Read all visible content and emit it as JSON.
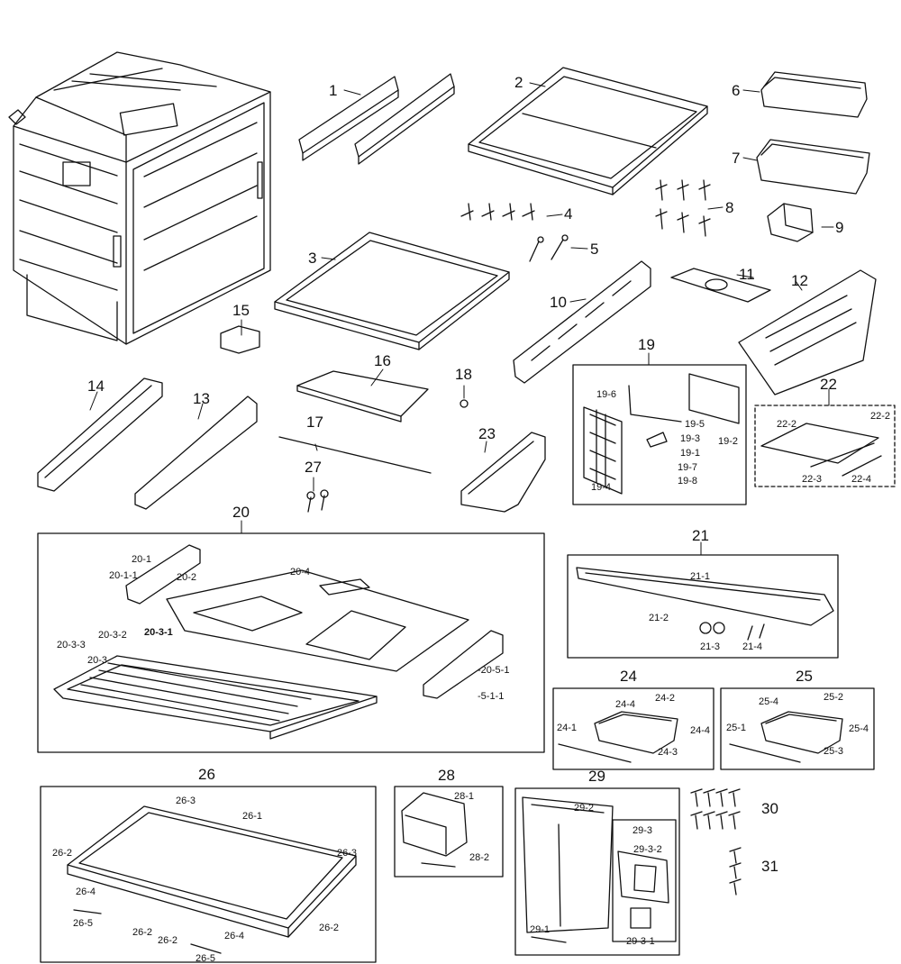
{
  "labels": {
    "l1": "1",
    "l2": "2",
    "l3": "3",
    "l4": "4",
    "l5": "5",
    "l6": "6",
    "l7": "7",
    "l8": "8",
    "l9": "9",
    "l10": "10",
    "l11": "11",
    "l12": "12",
    "l13": "13",
    "l14": "14",
    "l15": "15",
    "l16": "16",
    "l17": "17",
    "l18": "18",
    "l19": "19",
    "l20": "20",
    "l21": "21",
    "l22": "22",
    "l23": "23",
    "l24": "24",
    "l25": "25",
    "l26": "26",
    "l27": "27",
    "l28": "28",
    "l29": "29",
    "l30": "30",
    "l31": "31",
    "s19_6": "19-6",
    "s19_5": "19-5",
    "s19_3": "19-3",
    "s19_1": "19-1",
    "s19_2": "19-2",
    "s19_7": "19-7",
    "s19_8": "19-8",
    "s19_4": "19-4",
    "s22_2a": "22-2",
    "s22_2b": "22-2",
    "s22_3": "22-3",
    "s22_4": "22-4",
    "s20_1": "20-1",
    "s20_1_1": "20-1-1",
    "s20_2": "20-2",
    "s20_4": "20-4",
    "s20_3_2": "20-3-2",
    "s20_3_1": "20-3-1",
    "s20_3_3": "20-3-3",
    "s20_3": "20-3",
    "s20_5_1": "-20-5-1",
    "s5_1_1": "-5-1-1",
    "s21_1": "21-1",
    "s21_2": "21-2",
    "s21_3": "21-3",
    "s21_4": "21-4",
    "s24_4a": "24-4",
    "s24_2": "24-2",
    "s24_4b": "24-4",
    "s24_1": "24-1",
    "s24_3": "24-3",
    "s25_4a": "25-4",
    "s25_2": "25-2",
    "s25_4b": "25-4",
    "s25_1": "25-1",
    "s25_3": "25-3",
    "s26_3a": "26-3",
    "s26_1": "26-1",
    "s26_2a": "26-2",
    "s26_3b": "26-3",
    "s26_4a": "26-4",
    "s26_5a": "26-5",
    "s26_2b": "26-2",
    "s26_2c": "26-2",
    "s26_4b": "26-4",
    "s26_2d": "26-2",
    "s26_5b": "26-5",
    "s28_1": "28-1",
    "s28_2": "28-2",
    "s29_2": "29-2",
    "s29_3": "29-3",
    "s29_3_2": "29-3-2",
    "s29_1": "29-1",
    "s29_3_1": "29-3-1"
  },
  "colors": {
    "line": "#111111",
    "background": "#ffffff"
  }
}
